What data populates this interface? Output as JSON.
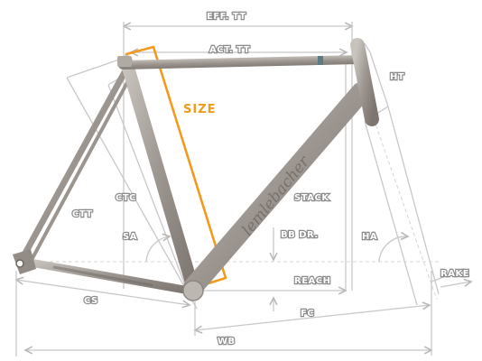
{
  "diagram": {
    "labels": {
      "eff_tt": "EFF. TT",
      "act_tt": "ACT. TT",
      "ht": "HT",
      "size": "SIZE",
      "ctt": "CTT",
      "ctc": "CTC",
      "stack": "STACK",
      "sa": "SA",
      "bb_dr": "BB DR.",
      "ha": "HA",
      "reach": "REACH",
      "rake": "RAKE",
      "cs": "CS",
      "fc": "FC",
      "wb": "WB"
    },
    "brand": "lemlebacher",
    "colors": {
      "frame": "#a7a09a",
      "dimension_line": "#c8c8c8",
      "label_fill": "#ffffff",
      "label_stroke": "#8a8a8a",
      "size_highlight": "#f39a1e"
    }
  }
}
